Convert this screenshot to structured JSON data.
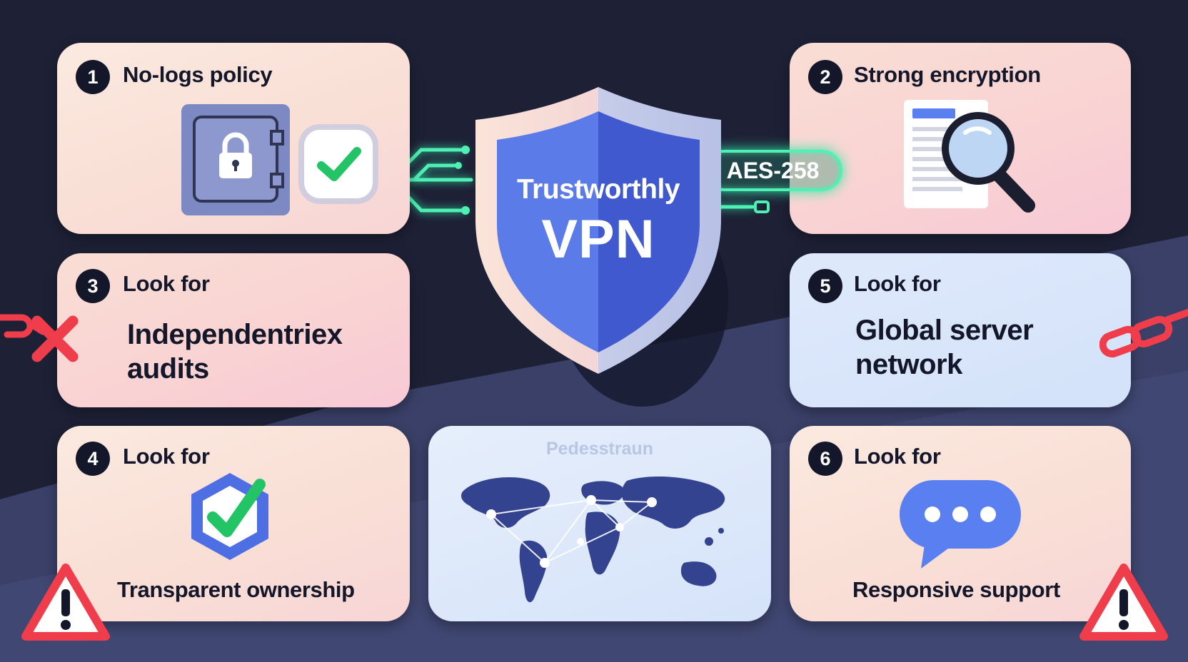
{
  "colors": {
    "background": "#1e2136",
    "shield_blue": "#4d6fe3",
    "glow_green": "#4ff0b4",
    "warning_red": "#ef3d4b",
    "check_green": "#22c466",
    "chat_blue": "#5a7ff0"
  },
  "shield": {
    "title": "Trustworthly",
    "main": "VPN"
  },
  "encryption_pill": "AES-258",
  "cards": {
    "c1": {
      "number": "1",
      "title": "No-logs policy",
      "icons": [
        "safe-lock-icon",
        "checkmark-icon"
      ]
    },
    "c2": {
      "number": "2",
      "title": "Strong encryption",
      "icons": [
        "document-icon",
        "magnifier-icon"
      ]
    },
    "c3": {
      "number": "3",
      "title": "Look for",
      "lines": [
        "Independentriex",
        "audits"
      ],
      "icons": [
        "broken-chain-icon",
        "x-mark-icon"
      ]
    },
    "c4": {
      "number": "4",
      "title": "Look for",
      "caption": "Transparent ownership",
      "icons": [
        "shield-check-icon",
        "warning-icon"
      ]
    },
    "c5": {
      "number": "5",
      "title": "Look for",
      "lines": [
        "Global server",
        "network"
      ],
      "icons": [
        "chain-icon"
      ]
    },
    "c6": {
      "number": "6",
      "title": "Look for",
      "caption": "Responsive support",
      "icons": [
        "chat-bubble-icon",
        "warning-icon"
      ]
    }
  },
  "map": {
    "label": "Pedesstraun",
    "icons": [
      "world-map-icon"
    ]
  }
}
